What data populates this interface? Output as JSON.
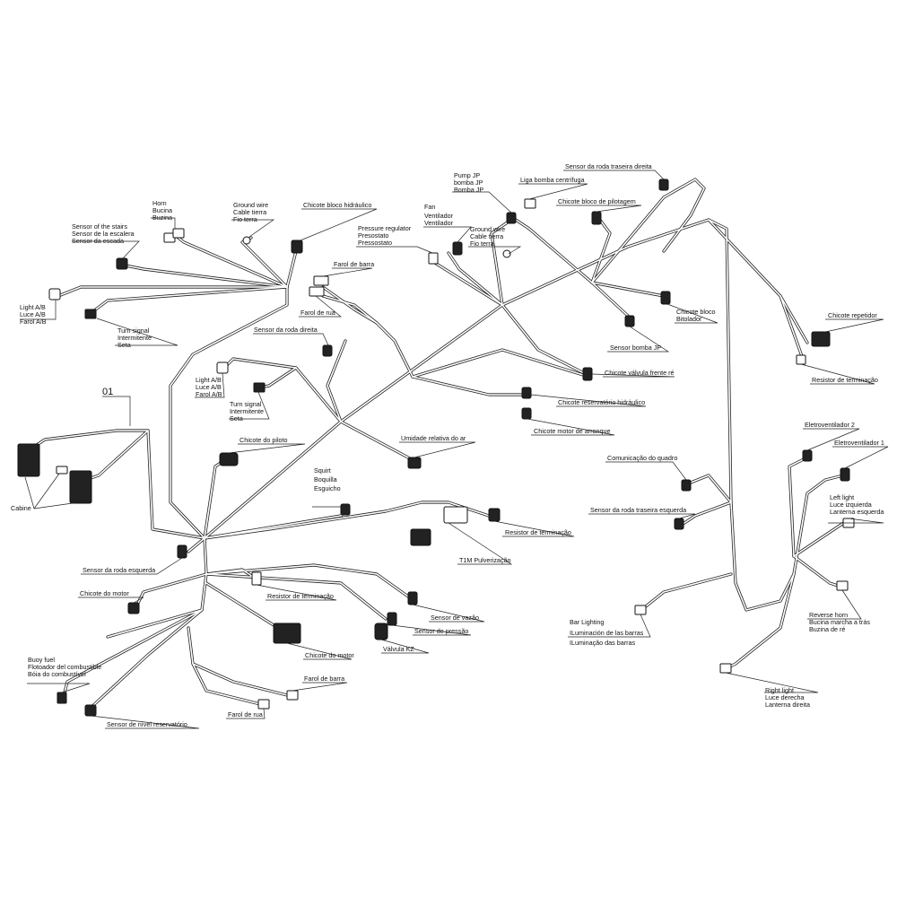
{
  "diagram": {
    "ref": "01",
    "labels": {
      "cabine": "Cabine",
      "light_ab_1": "Light A/B",
      "luce_ab_1": "Luce A/B",
      "farol_ab_1": "Farol A/B",
      "turn_signal_1": "Turn signal",
      "intermitente_1": "Intermitente",
      "seta_1": "Seta",
      "sensor_stairs": "Sensor of the stairs",
      "sensor_escalera": "Sensor de la escalera",
      "sensor_escada": "Sensor da escada",
      "horn": "Horn",
      "bucina": "Bucina",
      "buzina": "Buzina",
      "ground_wire_1": "Ground wire",
      "cable_tierra_1": "Cable tierra",
      "fio_terra_1": "Fio terra",
      "chicote_bloco_hidraulico": "Chicote bloco hidráulico",
      "farol_de_barra_top": "Farol de barra",
      "farol_de_rua_top": "Farol de rua",
      "sensor_roda_direita": "Sensor da roda direita",
      "light_ab_2": "Light A/B",
      "luce_ab_2": "Luce A/B",
      "farol_ab_2": "Farol A/B",
      "turn_signal_2": "Turn signal",
      "intermitente_2": "Intermitente",
      "seta_2": "Seta",
      "pressure_regulator": "Pressure regulator",
      "presostato": "Presostato",
      "pressostato": "Pressostato",
      "fan": "Fan",
      "ventilador": "Ventilador",
      "ventilador_pt": "Ventilador",
      "ground_wire_2": "Ground wire",
      "cable_tierra_2": "Cable tierra",
      "fio_terra_2": "Fio terra",
      "pump_jp": "Pump JP",
      "bomba_jp": "bomba JP",
      "bomba_jp_pt": "Bomba JP",
      "liga_bomba": "Liga bomba centrífuga",
      "sensor_roda_traseira_direita": "Sensor da roda traseira direita",
      "chicote_pilotagem": "Chicote bloco de pilotagem",
      "chicote_bloco": "Chicote bloco",
      "bitolador": "Bitolador",
      "sensor_bomba_jp": "Sensor bomba JP",
      "chicote_repetidor": "Chicote repetidor",
      "resistor_terminacao_right": "Resistor de terminação",
      "chicote_valvula_frente_re": "Chicote válvula frente ré",
      "chicote_reservatorio": "Chicote reservatório hidráulico",
      "chicote_motor_arranque": "Chicote motor de arranque",
      "umidade_relativa": "Umidade relativa do ar",
      "chicote_piloto": "Chicote do piloto",
      "squirt": "Squirt",
      "boquilla": "Boquilla",
      "esguicho": "Esguicho",
      "resistor_terminacao_mid": "Resistor de terminação",
      "t1m": "T1M Pulverização",
      "sensor_roda_esquerda": "Sensor da roda esquerda",
      "chicote_motor_1": "Chicote do motor",
      "resistor_terminacao_low": "Resistor de terminação",
      "sensor_vazao": "Sensor de vazão",
      "sensor_pressao": "Sensor de pressão",
      "valvula_kz": "Válvula KZ",
      "chicote_motor_2": "Chicote do motor",
      "farol_de_barra_low": "Farol de barra",
      "farol_de_rua_low": "Farol de rua",
      "sensor_nivel": "Sensor de nível reservatório",
      "buoy_fuel": "Buoy fuel",
      "flotoador": "Flotoador del combustible",
      "boia": "Bóia do combustível",
      "comunicacao_quadro": "Comunicação do quadro",
      "sensor_roda_traseira_esquerda": "Sensor da roda traseira esquerda",
      "eletroventilador_2": "Eletroventilador 2",
      "eletroventilador_1": "Eletroventilador 1",
      "left_light": "Left light",
      "luce_izquierda": "Luce izquierda",
      "lanterna_esquerda": "Lanterna esquerda",
      "reverse_horn": "Reverse horn",
      "bucina_marcha": "Bucina marcha a trás",
      "buzina_re": "Buzina de ré",
      "bar_lighting": "Bar Lighting",
      "iluminacion_barras": "ILuminación de las barras",
      "iluminacao_barras": "ILuminação das barras",
      "right_light": "Right light",
      "luce_derecha": "Luce derecha",
      "lanterna_direita": "Lanterna direita"
    }
  }
}
